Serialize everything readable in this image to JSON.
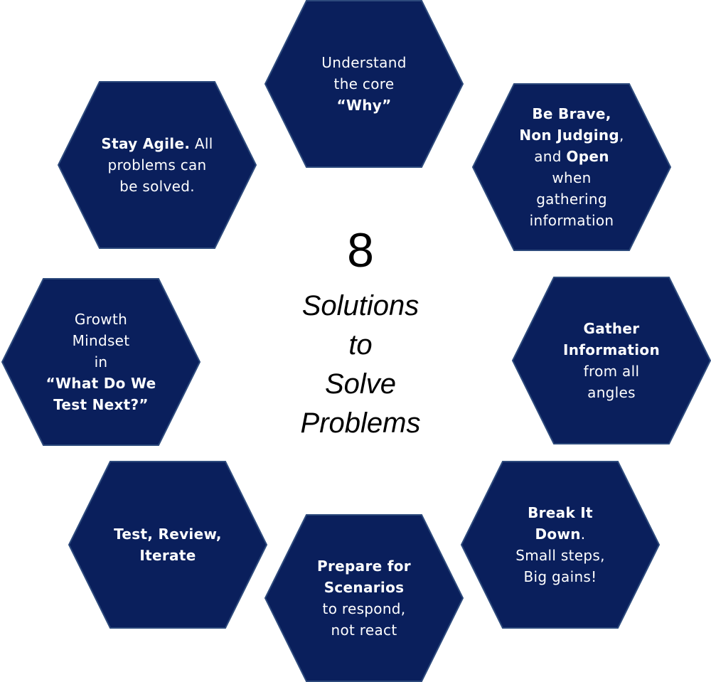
{
  "center": {
    "number": "8",
    "title_lines": [
      "Solutions",
      "to",
      "Solve",
      "Problems"
    ]
  },
  "hexagons": [
    {
      "id": "understand-why",
      "lines": [
        [
          {
            "t": "Understand",
            "b": false
          }
        ],
        [
          {
            "t": "the core",
            "b": false
          }
        ],
        [
          {
            "t": "“Why”",
            "b": true
          }
        ]
      ]
    },
    {
      "id": "be-brave",
      "lines": [
        [
          {
            "t": "Be Brave,",
            "b": true
          }
        ],
        [
          {
            "t": "Non Judging",
            "b": true
          },
          {
            "t": ",",
            "b": false
          }
        ],
        [
          {
            "t": "and ",
            "b": false
          },
          {
            "t": "Open",
            "b": true
          }
        ],
        [
          {
            "t": "when",
            "b": false
          }
        ],
        [
          {
            "t": "gathering",
            "b": false
          }
        ],
        [
          {
            "t": "information",
            "b": false
          }
        ]
      ]
    },
    {
      "id": "gather-information",
      "lines": [
        [
          {
            "t": "Gather",
            "b": true
          }
        ],
        [
          {
            "t": "Information",
            "b": true
          }
        ],
        [
          {
            "t": "from all",
            "b": false
          }
        ],
        [
          {
            "t": "angles",
            "b": false
          }
        ]
      ]
    },
    {
      "id": "break-it-down",
      "lines": [
        [
          {
            "t": "Break It",
            "b": true
          }
        ],
        [
          {
            "t": "Down",
            "b": true
          },
          {
            "t": ".",
            "b": false
          }
        ],
        [
          {
            "t": "Small steps,",
            "b": false
          }
        ],
        [
          {
            "t": "Big gains!",
            "b": false
          }
        ]
      ]
    },
    {
      "id": "prepare-for-scenarios",
      "lines": [
        [
          {
            "t": "Prepare for",
            "b": true
          }
        ],
        [
          {
            "t": "Scenarios",
            "b": true
          }
        ],
        [
          {
            "t": "to respond,",
            "b": false
          }
        ],
        [
          {
            "t": "not react",
            "b": false
          }
        ]
      ]
    },
    {
      "id": "test-review-iterate",
      "lines": [
        [
          {
            "t": "Test, Review,",
            "b": true
          }
        ],
        [
          {
            "t": "Iterate",
            "b": true
          }
        ]
      ]
    },
    {
      "id": "growth-mindset",
      "lines": [
        [
          {
            "t": "Growth",
            "b": false
          }
        ],
        [
          {
            "t": "Mindset",
            "b": false
          }
        ],
        [
          {
            "t": "in",
            "b": false
          }
        ],
        [
          {
            "t": "“What Do We",
            "b": true
          }
        ],
        [
          {
            "t": "Test Next?”",
            "b": true
          }
        ]
      ]
    },
    {
      "id": "stay-agile",
      "lines": [
        [
          {
            "t": "Stay Agile.",
            "b": true
          },
          {
            "t": " All",
            "b": false
          }
        ],
        [
          {
            "t": "problems can",
            "b": false
          }
        ],
        [
          {
            "t": "be solved.",
            "b": false
          }
        ]
      ]
    }
  ],
  "colors": {
    "hex_fill": "#0a1f5c",
    "hex_stroke": "#2d4a7c",
    "hex_text": "#ffffff",
    "center_text": "#000000"
  }
}
